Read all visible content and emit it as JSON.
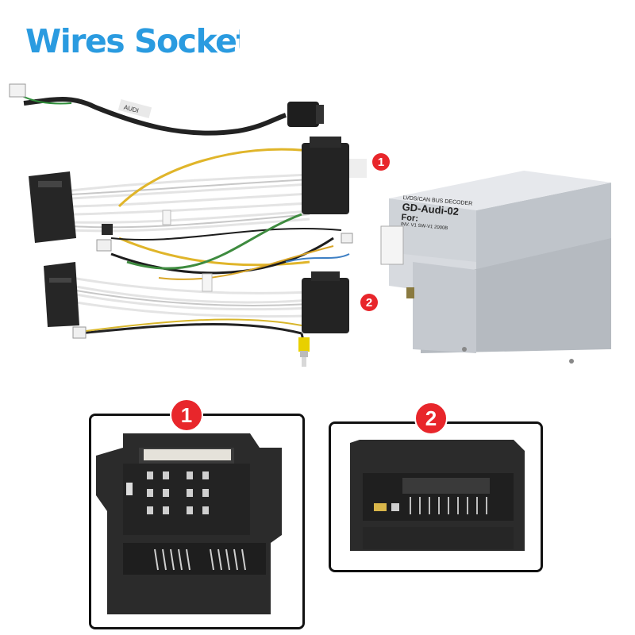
{
  "title": "Wires Sockets",
  "callouts": {
    "top_one": "1",
    "top_two": "2",
    "panel_one": "1",
    "panel_two": "2"
  },
  "decoder_label": {
    "line1": "LVDS/CAN BUS DECODER",
    "line2": "GD-Audi-02",
    "line3": "For:",
    "line4": "INV. V1 SW-V1 2000B"
  },
  "cable_tag": "AUDI",
  "colors": {
    "title": "#2a9be0",
    "badge": "#e8262b",
    "connector": "#2a2a2a",
    "wire_white": "#e6e6e6",
    "decoder_box": "#c9cdd2"
  }
}
